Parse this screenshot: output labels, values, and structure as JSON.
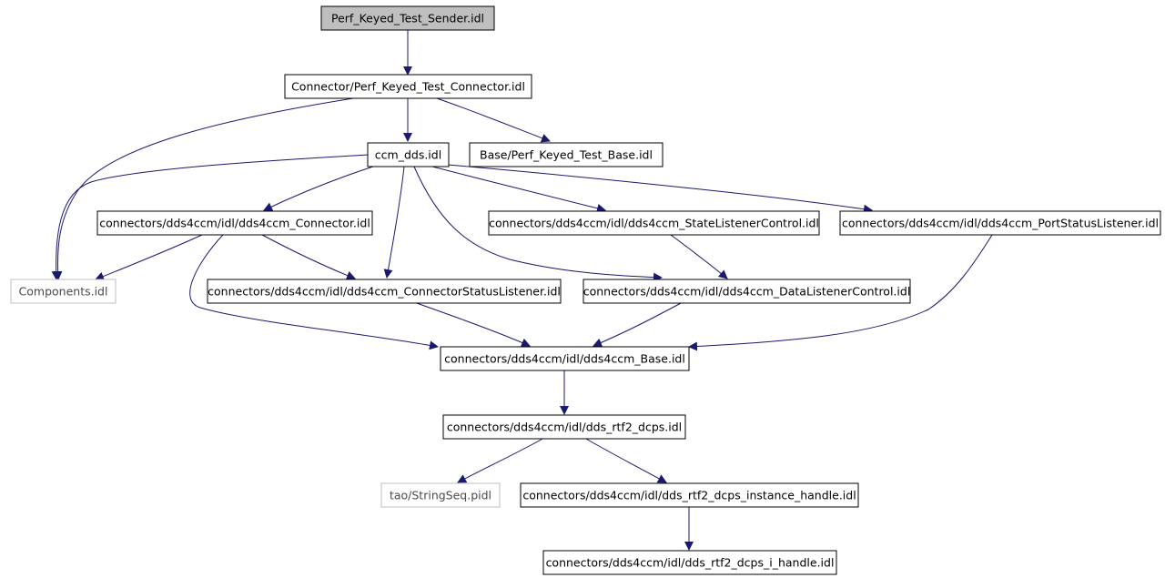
{
  "colors": {
    "edge": "#191970",
    "border": "#000000",
    "muted_border": "#bfbfbf",
    "root_fill": "#bfbfbf",
    "fill": "#ffffff"
  },
  "nodes": {
    "sender": {
      "label": "Perf_Keyed_Test_Sender.idl"
    },
    "connector": {
      "label": "Connector/Perf_Keyed_Test_Connector.idl"
    },
    "ccm_dds": {
      "label": "ccm_dds.idl"
    },
    "base": {
      "label": "Base/Perf_Keyed_Test_Base.idl"
    },
    "dds4ccm_connector": {
      "label": "connectors/dds4ccm/idl/dds4ccm_Connector.idl"
    },
    "state_listener": {
      "label": "connectors/dds4ccm/idl/dds4ccm_StateListenerControl.idl"
    },
    "port_status": {
      "label": "connectors/dds4ccm/idl/dds4ccm_PortStatusListener.idl"
    },
    "components": {
      "label": "Components.idl"
    },
    "connector_status": {
      "label": "connectors/dds4ccm/idl/dds4ccm_ConnectorStatusListener.idl"
    },
    "data_listener": {
      "label": "connectors/dds4ccm/idl/dds4ccm_DataListenerControl.idl"
    },
    "dds4ccm_base": {
      "label": "connectors/dds4ccm/idl/dds4ccm_Base.idl"
    },
    "rtf2_dcps": {
      "label": "connectors/dds4ccm/idl/dds_rtf2_dcps.idl"
    },
    "stringseq": {
      "label": "tao/StringSeq.pidl"
    },
    "instance_handle": {
      "label": "connectors/dds4ccm/idl/dds_rtf2_dcps_instance_handle.idl"
    },
    "i_handle": {
      "label": "connectors/dds4ccm/idl/dds_rtf2_dcps_i_handle.idl"
    }
  },
  "edges": [
    {
      "from": "sender",
      "to": "connector"
    },
    {
      "from": "connector",
      "to": "components"
    },
    {
      "from": "connector",
      "to": "ccm_dds"
    },
    {
      "from": "connector",
      "to": "base"
    },
    {
      "from": "ccm_dds",
      "to": "components"
    },
    {
      "from": "ccm_dds",
      "to": "dds4ccm_connector"
    },
    {
      "from": "ccm_dds",
      "to": "connector_status"
    },
    {
      "from": "ccm_dds",
      "to": "data_listener"
    },
    {
      "from": "ccm_dds",
      "to": "state_listener"
    },
    {
      "from": "ccm_dds",
      "to": "port_status"
    },
    {
      "from": "dds4ccm_connector",
      "to": "components"
    },
    {
      "from": "dds4ccm_connector",
      "to": "connector_status"
    },
    {
      "from": "dds4ccm_connector",
      "to": "dds4ccm_base"
    },
    {
      "from": "state_listener",
      "to": "data_listener"
    },
    {
      "from": "port_status",
      "to": "dds4ccm_base"
    },
    {
      "from": "connector_status",
      "to": "dds4ccm_base"
    },
    {
      "from": "data_listener",
      "to": "dds4ccm_base"
    },
    {
      "from": "dds4ccm_base",
      "to": "rtf2_dcps"
    },
    {
      "from": "rtf2_dcps",
      "to": "stringseq"
    },
    {
      "from": "rtf2_dcps",
      "to": "instance_handle"
    },
    {
      "from": "instance_handle",
      "to": "i_handle"
    }
  ]
}
